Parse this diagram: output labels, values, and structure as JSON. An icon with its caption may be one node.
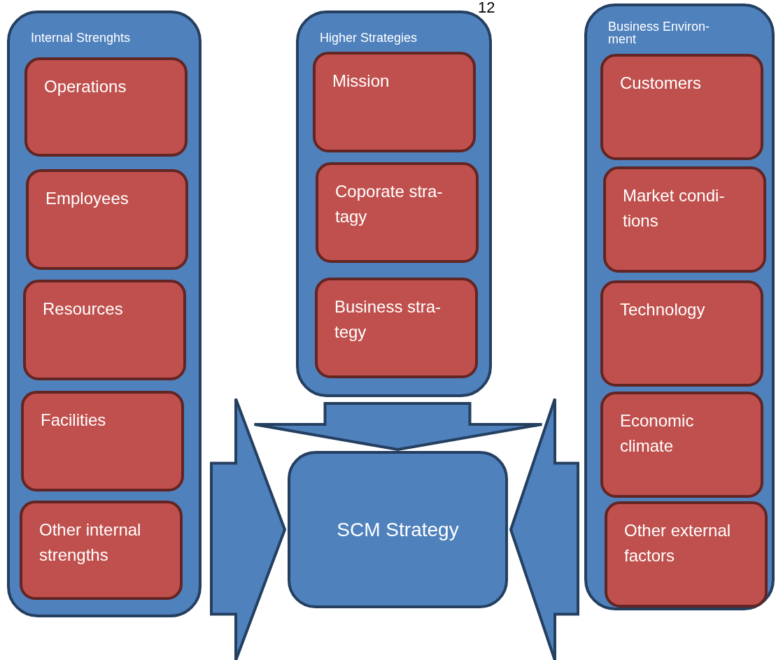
{
  "diagram": {
    "nodes": [
      {
        "text": [
          "Internal Strenghts"
        ]
      },
      {
        "text": [
          "Operations"
        ],
        "in": 0
      },
      {
        "text": [
          "Employees"
        ],
        "in": 0
      },
      {
        "text": [
          "Resources"
        ],
        "in": 0
      },
      {
        "text": [
          "Facilities"
        ],
        "in": 0
      },
      {
        "text": [
          "Other internal strengths"
        ],
        "in": 0
      },
      {
        "text": [
          "Higher Strategies"
        ]
      },
      {
        "text": [
          "Mission"
        ],
        "in": 6
      },
      {
        "text": [
          "Coporate stra- tagy"
        ],
        "in": 6
      },
      {
        "text": [
          "Business stra- tegy"
        ],
        "in": 6
      },
      {
        "text": [
          "Business Environ- ment"
        ]
      },
      {
        "text": [
          "Customers"
        ],
        "in": 10
      },
      {
        "text": [
          "Market condi- tions"
        ],
        "in": 10
      },
      {
        "text": [
          "Technology"
        ],
        "in": 10
      },
      {
        "text": [
          "Economic climate"
        ],
        "in": 10
      },
      {
        "text": [
          "Other external factors"
        ],
        "in": 10
      },
      {
        "text": [
          "SCM Strategy"
        ]
      }
    ],
    "edges": [
      {
        "from": 0,
        "to": 16,
        "arrow": "to"
      },
      {
        "from": 6,
        "to": 16,
        "arrow": "to"
      },
      {
        "from": 10,
        "to": 16,
        "arrow": "to"
      }
    ],
    "labels": [
      "12"
    ]
  }
}
